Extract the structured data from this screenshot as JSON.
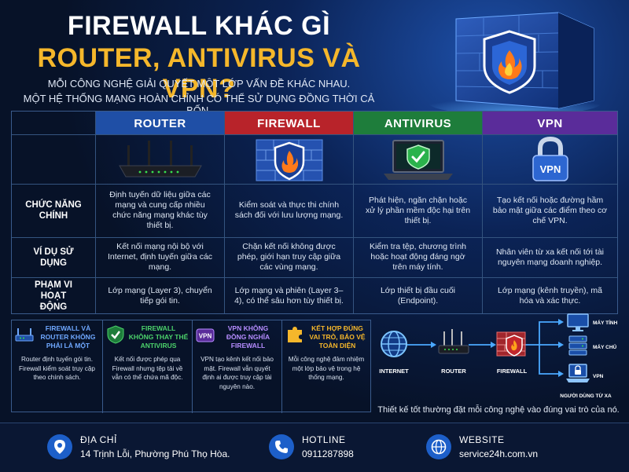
{
  "header": {
    "title_line1": "FIREWALL KHÁC GÌ",
    "title_line2": "ROUTER, ANTIVIRUS VÀ VPN?",
    "subtitle_line1": "MỖI CÔNG NGHỆ GIẢI QUYẾT MỘT LỚP VẤN ĐỀ KHÁC NHAU.",
    "subtitle_line2": "MỘT HỆ THỐNG MẠNG HOÀN CHỈNH CÓ THỂ SỬ DỤNG ĐỒNG THỜI CẢ BỐN."
  },
  "colors": {
    "router": "#1f4fa6",
    "firewall": "#b8232a",
    "antivirus": "#1e7d3b",
    "vpn": "#5a2c9a",
    "accent": "#f5b72b"
  },
  "table": {
    "columns": [
      {
        "label": "ROUTER",
        "icon": "router-icon"
      },
      {
        "label": "FIREWALL",
        "icon": "firewall-shield-icon"
      },
      {
        "label": "ANTIVIRUS",
        "icon": "laptop-check-shield-icon"
      },
      {
        "label": "VPN",
        "icon": "padlock-vpn-icon"
      }
    ],
    "rows": [
      {
        "label": "CHỨC NĂNG CHÍNH",
        "cells": [
          "Định tuyến dữ liệu giữa các mạng và cung cấp nhiều chức năng mạng khác tùy thiết bị.",
          "Kiểm soát và thực thi chính sách đối với lưu lượng mạng.",
          "Phát hiện, ngăn chặn hoặc xử lý phần mềm độc hại trên thiết bị.",
          "Tạo kết nối hoặc đường hầm bảo mật giữa các điểm theo cơ chế VPN."
        ]
      },
      {
        "label": "VÍ DỤ SỬ DỤNG",
        "cells": [
          "Kết nối mạng nội bộ với Internet, định tuyến giữa các mạng.",
          "Chặn kết nối không được phép, giới hạn truy cập giữa các vùng mạng.",
          "Kiểm tra tệp, chương trình hoặc hoạt động đáng ngờ trên máy tính.",
          "Nhân viên từ xa kết nối tới tài nguyên mạng doanh nghiệp."
        ]
      },
      {
        "label": "PHẠM VI HOẠT ĐỘNG",
        "cells": [
          "Lớp mạng (Layer 3), chuyển tiếp gói tin.",
          "Lớp mạng và phiên (Layer 3–4), có thể sâu hơn tùy thiết bị.",
          "Lớp thiết bị đầu cuối (Endpoint).",
          "Lớp mạng (kênh truyền), mã hóa và xác thực."
        ]
      }
    ]
  },
  "notes": [
    {
      "title": "FIREWALL VÀ ROUTER KHÔNG PHẢI LÀ MỘT",
      "body": "Router định tuyến gói tin. Firewall kiểm soát truy cập theo chính sách.",
      "icon": "router-small-icon",
      "color": "#6fa8ff"
    },
    {
      "title": "FIREWALL KHÔNG THAY THẾ ANTIVIRUS",
      "body": "Kết nối được phép qua Firewall nhưng tệp tải về vẫn có thể chứa mã độc.",
      "icon": "check-shield-icon",
      "color": "#4cd26b"
    },
    {
      "title": "VPN KHÔNG ĐỒNG NGHĨA FIREWALL",
      "body": "VPN tạo kênh kết nối bảo mật. Firewall vẫn quyết định ai được truy cập tài nguyên nào.",
      "icon": "vpn-badge-icon",
      "color": "#b58cff"
    },
    {
      "title": "KẾT HỢP ĐÚNG VAI TRÒ, BẢO VỆ TOÀN DIỆN",
      "body": "Mỗi công nghệ đảm nhiệm một lớp bảo vệ trong hệ thống mạng.",
      "icon": "puzzle-icon",
      "color": "#f5b72b"
    }
  ],
  "diagram": {
    "internet": "INTERNET",
    "router": "ROUTER",
    "firewall": "FIREWALL",
    "targets": [
      "MÁY TÍNH",
      "MÁY CHỦ",
      "VPN",
      "NGƯỜI DÙNG TỪ XA"
    ]
  },
  "caption": "Thiết kế tốt thường đặt mỗi công nghệ vào đúng vai trò của nó.",
  "footer": [
    {
      "title": "ĐỊA CHỈ",
      "value": "14 Trịnh Lỗi, Phường Phú Thọ Hòa.",
      "icon": "location-pin-icon"
    },
    {
      "title": "HOTLINE",
      "value": "0911287898",
      "icon": "phone-icon"
    },
    {
      "title": "WEBSITE",
      "value": "service24h.com.vn",
      "icon": "globe-icon"
    }
  ]
}
